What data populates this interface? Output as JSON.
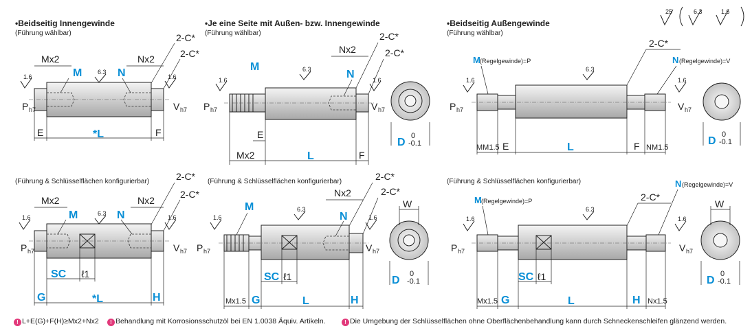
{
  "panels": {
    "top_left": {
      "title": "•Beidseitig Innengewinde",
      "subtitle": "(Führung wählbar)"
    },
    "top_mid": {
      "title": "•Je eine Seite mit Außen- bzw. Innengewinde",
      "subtitle": "(Führung wählbar)"
    },
    "top_right": {
      "title": "•Beidseitig Außengewinde",
      "subtitle": "(Führung wählbar)"
    },
    "bot_left": {
      "subtitle": "(Führung & Schlüsselflächen konfigurierbar)"
    },
    "bot_mid": {
      "subtitle": "(Führung & Schlüsselflächen konfigurierbar)"
    },
    "bot_right": {
      "subtitle": "(Führung & Schlüsselflächen konfigurierbar)"
    }
  },
  "labels": {
    "M": "M",
    "N": "N",
    "L": "L",
    "L_star": "*L",
    "D": "D",
    "W": "W",
    "E": "E",
    "F": "F",
    "G": "G",
    "H": "H",
    "SC": "SC",
    "l1": "ℓ1",
    "Mx2": "Mx2",
    "Nx2": "Nx2",
    "Mx1_5": "Mx1.5",
    "MM1_5": "MM1.5",
    "NM1_5": "NM1.5",
    "Nx1_5": "Nx1.5",
    "chamfer": "2-C*",
    "P": "P",
    "h7": "h7",
    "V": "V",
    "d_zero": "0",
    "d_tol": "-0.1",
    "rough_16": "1.6",
    "rough_63": "6.3",
    "rough_25": "25",
    "M_regel": "(Regelgewinde)=P",
    "N_regel": "(Regelgewinde)=V"
  },
  "notes": [
    {
      "icon": "!",
      "text": "L+E(G)+F(H)≥Mx2+Nx2"
    },
    {
      "icon": "!",
      "text": "Behandlung mit Korrosionsschutzöl bei EN 1.0038 Äquiv. Artikeln."
    },
    {
      "icon": "!",
      "text": "Die Umgebung der Schlüsselflächen ohne Oberflächenbehandlung kann durch Schneckenschleifen glänzend werden."
    }
  ],
  "colors": {
    "accent": "#0a8fd6",
    "note_icon": "#e23a7b"
  }
}
